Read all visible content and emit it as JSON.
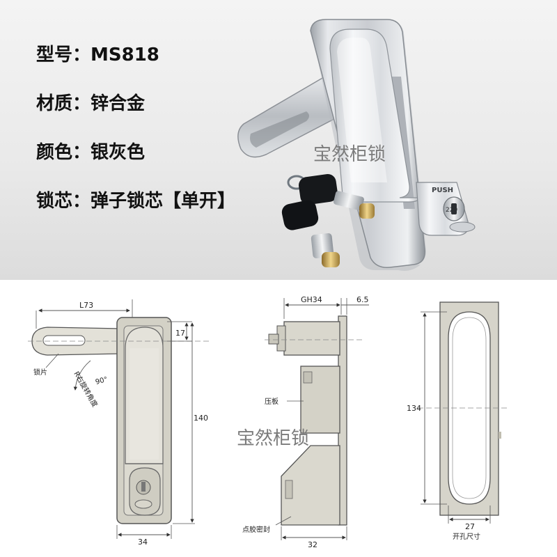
{
  "specs": [
    {
      "label": "型号：",
      "value": "MS818"
    },
    {
      "label": "材质：",
      "value": "锌合金"
    },
    {
      "label": "颜色：",
      "value": "银灰色"
    },
    {
      "label": "锁芯：",
      "value": "弹子锁芯【单开】"
    }
  ],
  "watermark": "宝然柜锁",
  "photo": {
    "handle_stamp": "PUSH",
    "key_number": "229"
  },
  "drawing": {
    "front": {
      "width_L": "L73",
      "top_offset": "17",
      "height": "140",
      "bottom_width": "34",
      "lock_tongue": "锁片",
      "rotation_angle": "90°",
      "rotation_label": "R右旋转角度"
    },
    "side": {
      "depth": "GH34",
      "thickness": "6.5",
      "plate": "压板",
      "seal": "点胶密封",
      "bottom_width": "32"
    },
    "cutout": {
      "height": "134",
      "width": "27",
      "label": "开孔尺寸"
    }
  },
  "colors": {
    "background": "#ffffff",
    "photo_background": "#ebebeb",
    "text": "#111111",
    "drawing_fill": "#dcdad0",
    "drawing_line": "#555555"
  }
}
